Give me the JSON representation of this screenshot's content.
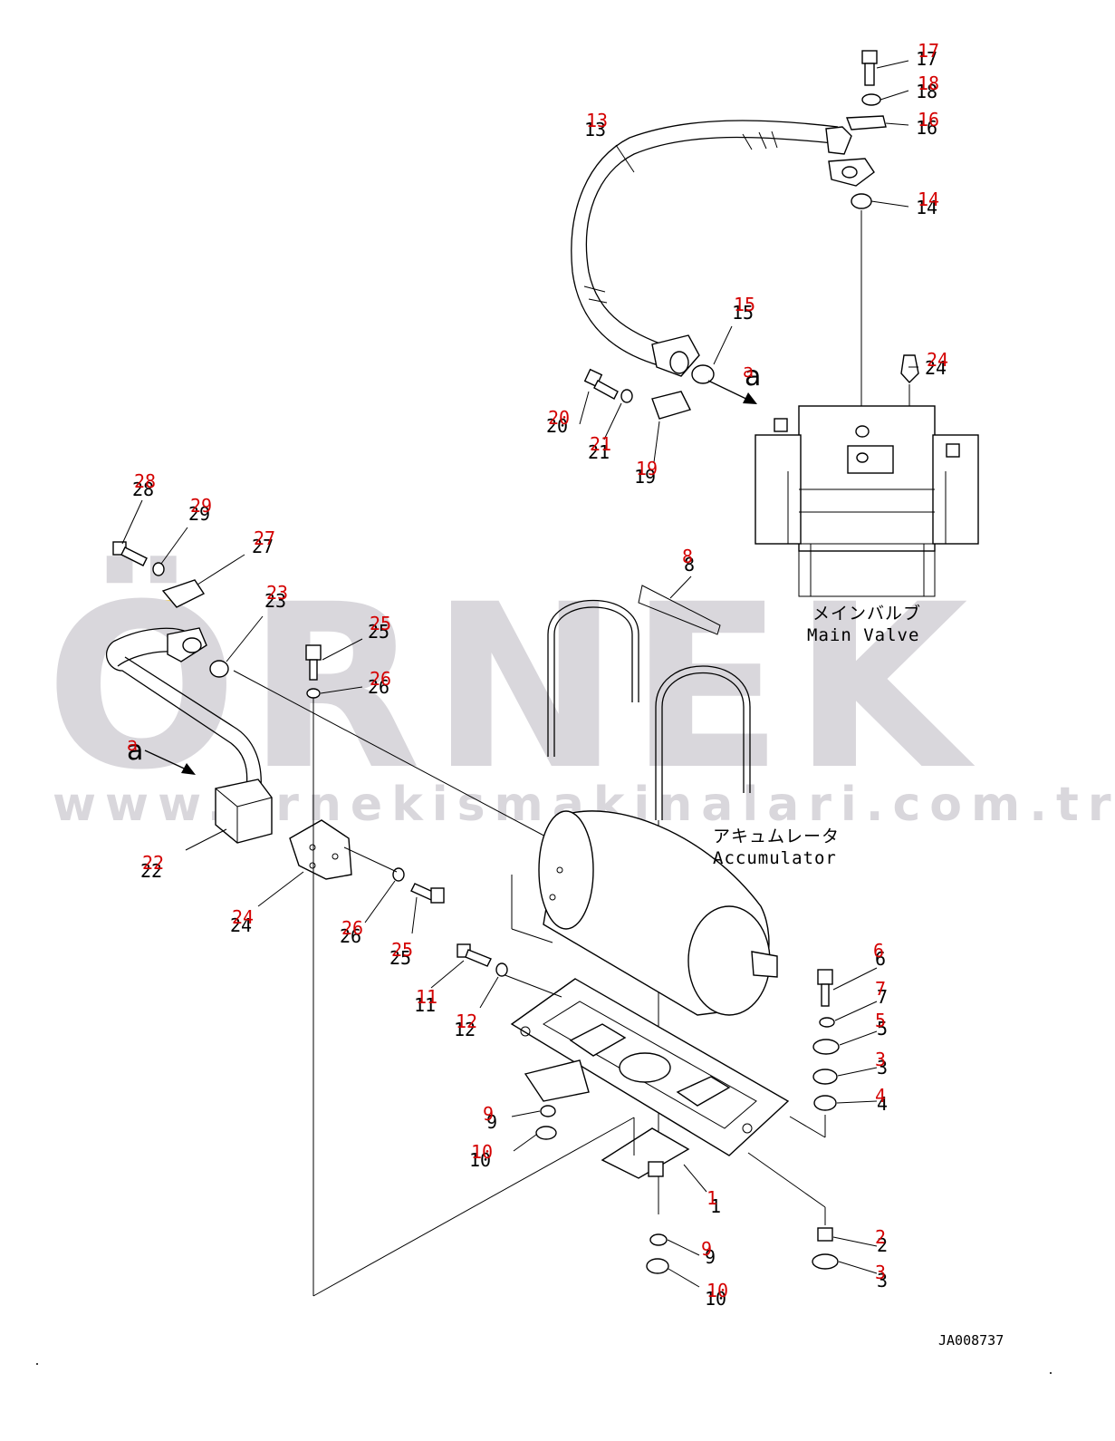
{
  "watermark": {
    "brand": "ÖRNEK",
    "url": "www.ornekismakinalari.com.tr"
  },
  "captions": {
    "main_valve_jp": "メインバルブ",
    "main_valve_en": "Main Valve",
    "accumulator_jp": "アキュムレータ",
    "accumulator_en": "Accumulator"
  },
  "arrow_letters": {
    "upper": "a",
    "lower": "a"
  },
  "document_id": "JA008737",
  "callouts": [
    {
      "id": "c1",
      "number": "1"
    },
    {
      "id": "c2",
      "number": "2"
    },
    {
      "id": "c3a",
      "number": "3"
    },
    {
      "id": "c3b",
      "number": "3"
    },
    {
      "id": "c4",
      "number": "4"
    },
    {
      "id": "c5",
      "number": "5"
    },
    {
      "id": "c6",
      "number": "6"
    },
    {
      "id": "c7",
      "number": "7"
    },
    {
      "id": "c8",
      "number": "8"
    },
    {
      "id": "c9a",
      "number": "9"
    },
    {
      "id": "c9b",
      "number": "9"
    },
    {
      "id": "c10a",
      "number": "10"
    },
    {
      "id": "c10b",
      "number": "10"
    },
    {
      "id": "c11",
      "number": "11"
    },
    {
      "id": "c12",
      "number": "12"
    },
    {
      "id": "c13",
      "number": "13"
    },
    {
      "id": "c14",
      "number": "14"
    },
    {
      "id": "c15",
      "number": "15"
    },
    {
      "id": "c16",
      "number": "16"
    },
    {
      "id": "c17",
      "number": "17"
    },
    {
      "id": "c18",
      "number": "18"
    },
    {
      "id": "c19",
      "number": "19"
    },
    {
      "id": "c20",
      "number": "20"
    },
    {
      "id": "c21",
      "number": "21"
    },
    {
      "id": "c22",
      "number": "22"
    },
    {
      "id": "c23",
      "number": "23"
    },
    {
      "id": "c24a",
      "number": "24"
    },
    {
      "id": "c24b",
      "number": "24"
    },
    {
      "id": "c25a",
      "number": "25"
    },
    {
      "id": "c25b",
      "number": "25"
    },
    {
      "id": "c26a",
      "number": "26"
    },
    {
      "id": "c26b",
      "number": "26"
    },
    {
      "id": "c27",
      "number": "27"
    },
    {
      "id": "c28",
      "number": "28"
    },
    {
      "id": "c29",
      "number": "29"
    }
  ],
  "colors": {
    "line": "#000000",
    "callout_overlay": "#d40000",
    "watermark": "#d9d7dc",
    "background": "#ffffff"
  }
}
